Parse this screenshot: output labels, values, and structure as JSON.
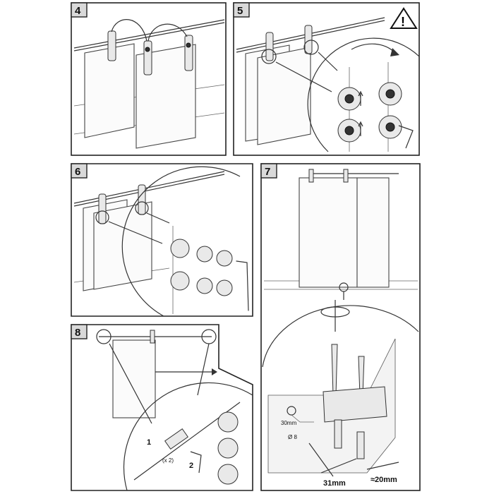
{
  "steps": [
    {
      "number": "4"
    },
    {
      "number": "5"
    },
    {
      "number": "6"
    },
    {
      "number": "7"
    },
    {
      "number": "8"
    }
  ],
  "warning_symbol": "!",
  "step7": {
    "hole_depth": "30mm",
    "drill_diameter": "Ø 8",
    "dim_depth": "31mm",
    "dim_edge": "≈20mm"
  },
  "step8": {
    "callout_1": "1",
    "callout_2": "2",
    "quantity": "(x 2)"
  }
}
